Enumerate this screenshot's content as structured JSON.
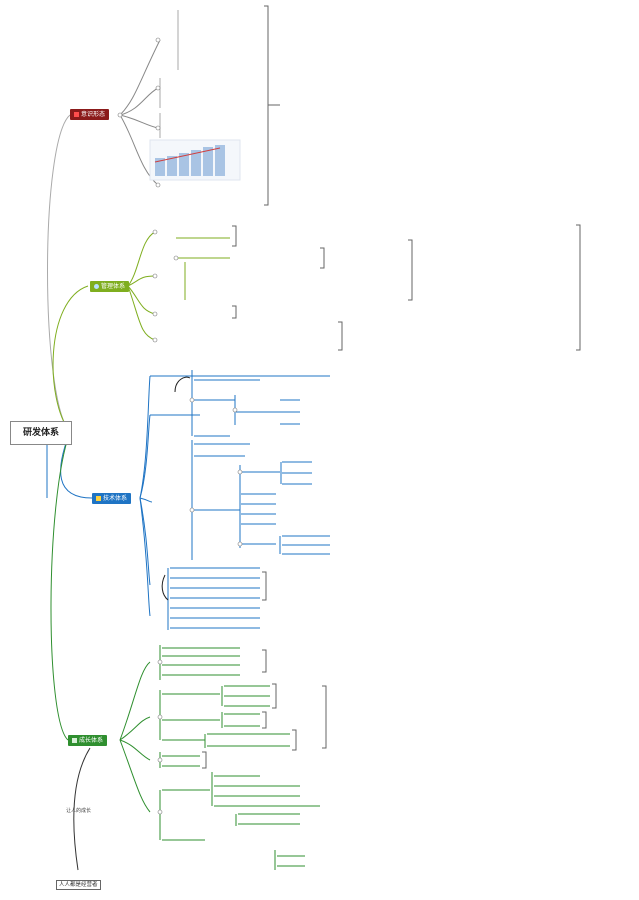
{
  "root": {
    "label": "研发体系"
  },
  "branches": [
    {
      "id": "b1",
      "label": "意识形态",
      "color": "#8b1a1a",
      "icon": "flag-icon"
    },
    {
      "id": "b2",
      "label": "管理体系",
      "color": "#7fae1f",
      "icon": "person-icon"
    },
    {
      "id": "b3",
      "label": "技术体系",
      "color": "#1f74c4",
      "icon": "star-icon"
    },
    {
      "id": "b4",
      "label": "成长体系",
      "color": "#2f8f2f",
      "icon": "chart-icon"
    }
  ],
  "bottom": {
    "label1": "让人的成长",
    "label2": "人人都是经营者"
  },
  "colors": {
    "accent_green": "#2f8f2f",
    "accent_blue": "#1f74c4",
    "accent_lime": "#7fae1f",
    "accent_red": "#8b1a1a"
  }
}
